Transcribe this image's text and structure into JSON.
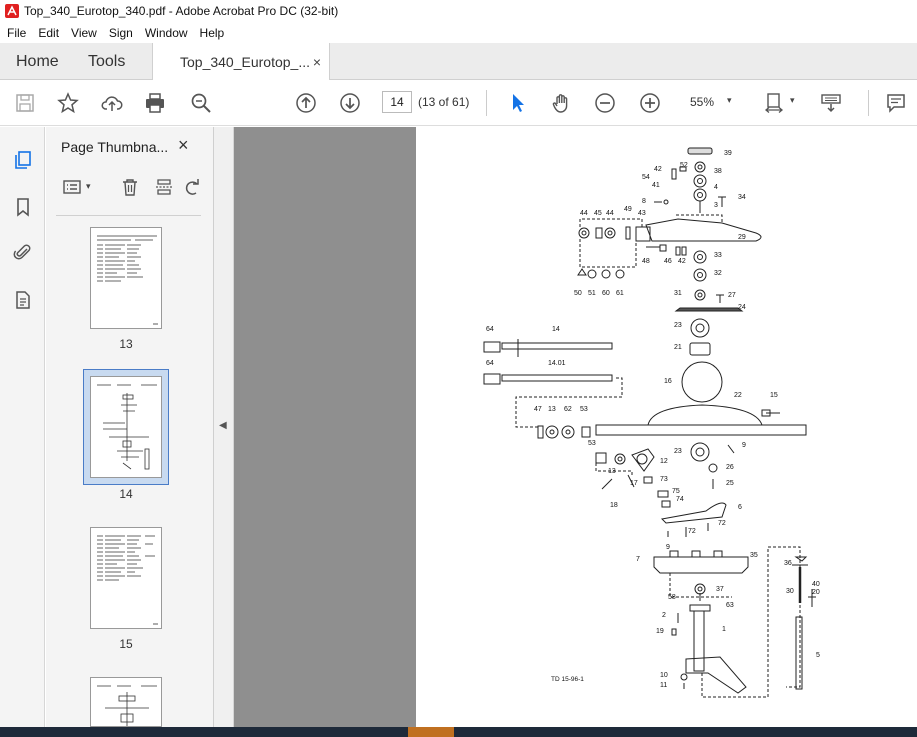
{
  "window": {
    "title": "Top_340_Eurotop_340.pdf - Adobe Acrobat Pro DC (32-bit)"
  },
  "menu": [
    "File",
    "Edit",
    "View",
    "Sign",
    "Window",
    "Help"
  ],
  "tabs": {
    "home": "Home",
    "tools": "Tools",
    "document": "Top_340_Eurotop_...",
    "close": "×"
  },
  "toolbar": {
    "page_value": "14",
    "page_count": "(13 of 61)",
    "zoom": "55%",
    "zoom_caret": "▾"
  },
  "thumbnails": {
    "title": "Page Thumbna...",
    "close": "×",
    "pages": [
      {
        "label": "13",
        "selected": false
      },
      {
        "label": "14",
        "selected": true
      },
      {
        "label": "15",
        "selected": false
      },
      {
        "label": "",
        "selected": false
      }
    ]
  },
  "collapse": "◀",
  "scroll": {
    "up": "▲",
    "down": "▼"
  },
  "diagram": {
    "code": "TD 15-96-1",
    "labels": [
      "39",
      "38",
      "42",
      "52",
      "54",
      "41",
      "4",
      "8",
      "34",
      "3",
      "44",
      "45",
      "44",
      "49",
      "43",
      "29",
      "48",
      "46",
      "42",
      "33",
      "32",
      "50",
      "51",
      "60",
      "61",
      "31",
      "27",
      "24",
      "23",
      "21",
      "16",
      "64",
      "14",
      "64",
      "14.01",
      "22",
      "15",
      "47",
      "13",
      "62",
      "53",
      "9",
      "23",
      "12",
      "53",
      "13",
      "17",
      "26",
      "73",
      "25",
      "75",
      "74",
      "18",
      "6",
      "72",
      "72",
      "9",
      "7",
      "35",
      "36",
      "40",
      "20",
      "30",
      "37",
      "58",
      "63",
      "2",
      "19",
      "1",
      "5",
      "10",
      "11"
    ]
  },
  "colors": {
    "accent": "#4a7cc7",
    "viewer_bg": "#8f8f8f",
    "icon": "#555555",
    "pointer_active": "#1473e6"
  }
}
